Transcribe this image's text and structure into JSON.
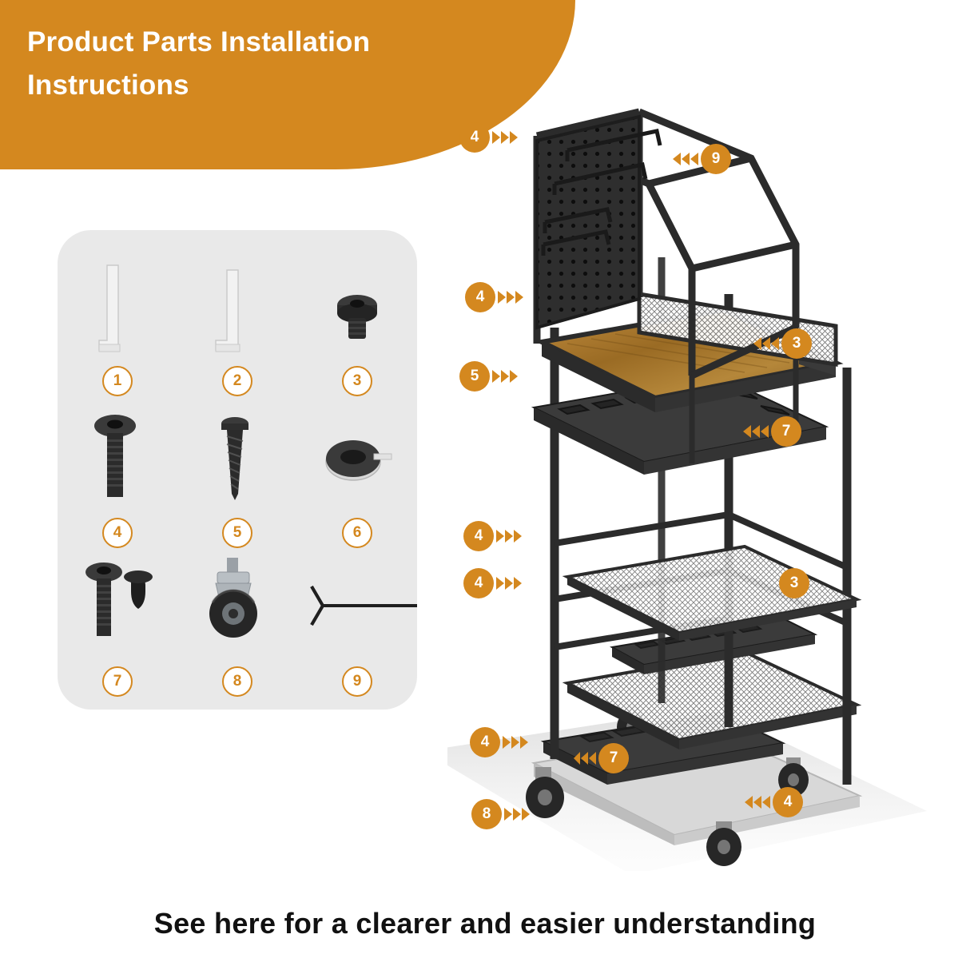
{
  "header": {
    "title": "Product Parts Installation Instructions"
  },
  "footer": {
    "caption": "See here for a clearer and easier understanding"
  },
  "colors": {
    "brand_orange": "#d4881f",
    "panel_gray": "#e9e9e9",
    "metal_black": "#2b2b2b",
    "wood_brown": "#a8762f",
    "white": "#ffffff"
  },
  "parts_panel": {
    "items": [
      {
        "number": "1",
        "icon": "allen-key-icon",
        "label": "1"
      },
      {
        "number": "2",
        "icon": "allen-key-long-icon",
        "label": "2"
      },
      {
        "number": "3",
        "icon": "hex-bolt-icon",
        "label": "3"
      },
      {
        "number": "4",
        "icon": "machine-screw-icon",
        "label": "4"
      },
      {
        "number": "5",
        "icon": "wood-screw-icon",
        "label": "5"
      },
      {
        "number": "6",
        "icon": "washer-icon",
        "label": "6"
      },
      {
        "number": "7",
        "icon": "screw-and-cap-icon",
        "label": "7"
      },
      {
        "number": "8",
        "icon": "caster-wheel-icon",
        "label": "8"
      },
      {
        "number": "9",
        "icon": "hook-rod-icon",
        "label": "9"
      }
    ]
  },
  "callouts": [
    {
      "id": "callout-4-top-left",
      "number": "4",
      "direction": "right"
    },
    {
      "id": "callout-9-top-right",
      "number": "9",
      "direction": "left"
    },
    {
      "id": "callout-4-upper-left",
      "number": "4",
      "direction": "right"
    },
    {
      "id": "callout-3-upper-right",
      "number": "3",
      "direction": "left"
    },
    {
      "id": "callout-5-shelf-left",
      "number": "5",
      "direction": "right"
    },
    {
      "id": "callout-7-rack-right",
      "number": "7",
      "direction": "left"
    },
    {
      "id": "callout-4-mid-left",
      "number": "4",
      "direction": "right"
    },
    {
      "id": "callout-4-mid-left-2",
      "number": "4",
      "direction": "right"
    },
    {
      "id": "callout-3-mid-right",
      "number": "3",
      "direction": "left"
    },
    {
      "id": "callout-4-lower-left",
      "number": "4",
      "direction": "right"
    },
    {
      "id": "callout-7-bottom-rack",
      "number": "7",
      "direction": "left"
    },
    {
      "id": "callout-8-caster",
      "number": "8",
      "direction": "right"
    },
    {
      "id": "callout-4-bottom-right",
      "number": "4",
      "direction": "left"
    }
  ]
}
